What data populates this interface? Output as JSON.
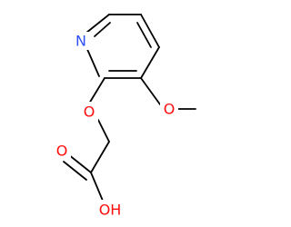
{
  "molecule": {
    "atoms": [
      {
        "id": "n1",
        "label": "N",
        "color": "#3050F8"
      },
      {
        "id": "o_ring",
        "label": "O",
        "color": "#FF0D0D"
      },
      {
        "id": "o_methoxy",
        "label": "O",
        "color": "#FF0D0D"
      },
      {
        "id": "o_carbonyl",
        "label": "O",
        "color": "#FF0D0D"
      },
      {
        "id": "o_hydroxyl",
        "label": "OH",
        "color": "#FF0D0D"
      }
    ],
    "bond_color": "#000000"
  }
}
